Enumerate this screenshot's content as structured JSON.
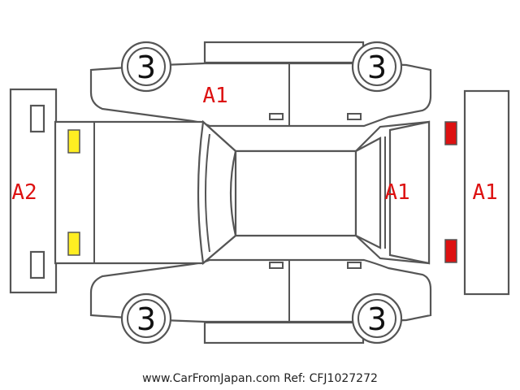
{
  "colors": {
    "outline": "#555555",
    "damage_text": "#dd1111",
    "yellow_light": "#ffee22",
    "red_light": "#dd1111"
  },
  "wheels": {
    "front_left": "3",
    "rear_left": "3",
    "front_right": "3",
    "rear_right": "3"
  },
  "marks": {
    "hood": "A1",
    "front_bumper": "A2",
    "rear_glass": "A1",
    "rear_bumper": "A1"
  },
  "footer": {
    "site": "www.CarFromJapan.com",
    "ref": "Ref: CFJ1027272"
  }
}
